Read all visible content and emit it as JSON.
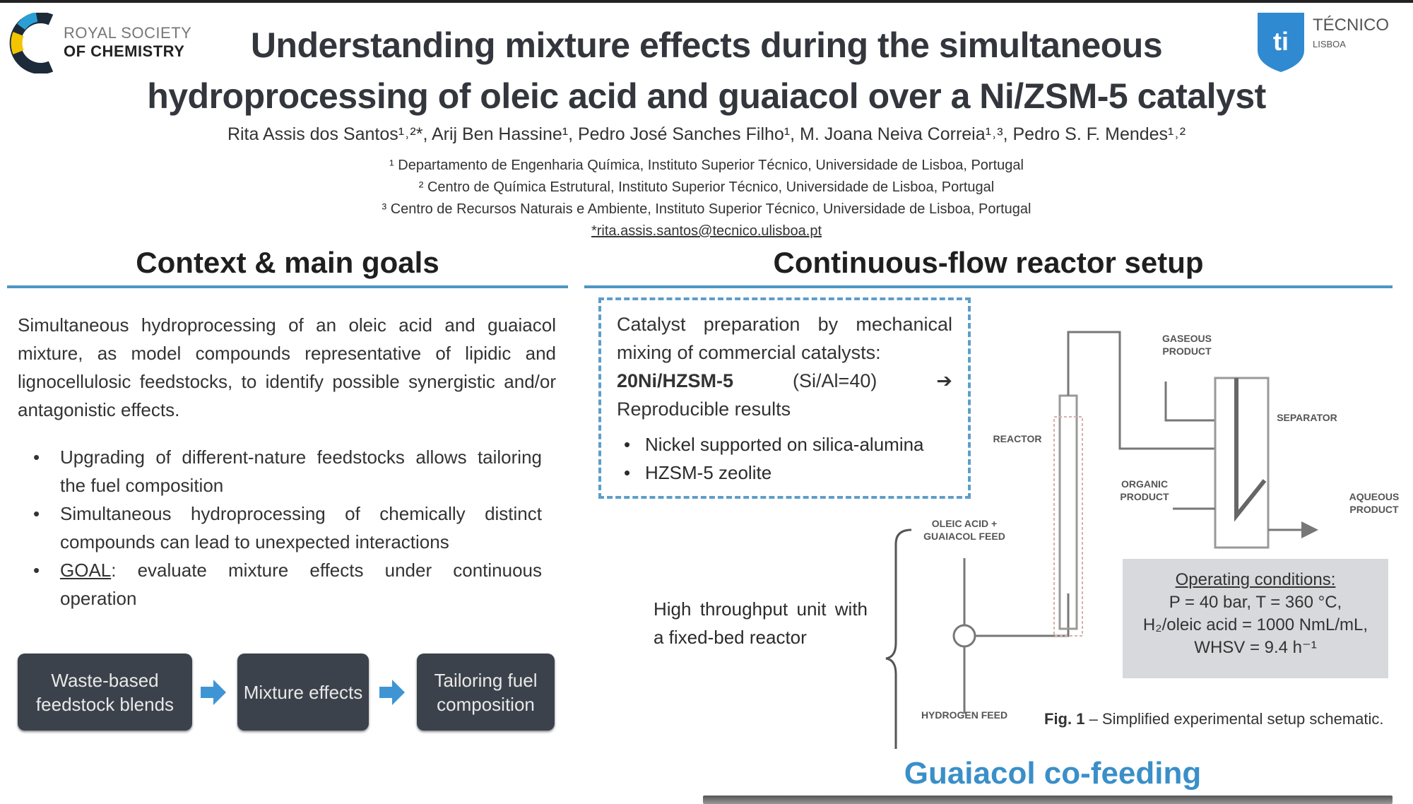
{
  "logos": {
    "left": "ROYAL SOCIETY OF CHEMISTRY",
    "right": "TÉCNICO LISBOA"
  },
  "title": {
    "line1": "Understanding mixture effects during the simultaneous",
    "line2": "hydroprocessing of oleic acid and guaiacol over a Ni/ZSM-5 catalyst"
  },
  "authors": "Rita Assis dos Santos¹˒²*, Arij Ben Hassine¹, Pedro José Sanches Filho¹, M. Joana Neiva Correia¹˒³, Pedro S. F. Mendes¹˒²",
  "affiliations": [
    "¹ Departamento de Engenharia Química, Instituto Superior Técnico, Universidade de Lisboa, Portugal",
    "² Centro de Química Estrutural, Instituto Superior Técnico, Universidade de Lisboa, Portugal",
    "³ Centro de Recursos Naturais e Ambiente, Instituto Superior Técnico, Universidade de Lisboa, Portugal"
  ],
  "email": "*rita.assis.santos@tecnico.ulisboa.pt",
  "context": {
    "heading": "Context & main goals",
    "paragraph": "Simultaneous hydroprocessing of an oleic acid and guaiacol mixture, as model compounds representative of lipidic and lignocellulosic feedstocks, to identify possible synergistic and/or antagonistic effects.",
    "bullets": [
      "Upgrading of different-nature feedstocks allows tailoring the fuel composition",
      "Simultaneous hydroprocessing of chemically distinct compounds can lead to unexpected interactions"
    ],
    "goal_label": "GOAL",
    "goal_text": ": evaluate mixture effects under continuous operation",
    "flow": [
      "Waste-based feedstock blends",
      "Mixture effects",
      "Tailoring fuel composition"
    ]
  },
  "setup": {
    "heading": "Continuous-flow reactor setup",
    "catalyst_text": "Catalyst preparation by mechanical mixing of commercial catalysts:",
    "catalyst_name": "20Ni/HZSM-5",
    "catalyst_ratio": "(Si/Al=40)",
    "reproducible": "Reproducible results",
    "bullets": [
      "Nickel supported on silica-alumina",
      "HZSM-5 zeolite"
    ],
    "unit_text": "High throughput unit with a fixed-bed reactor",
    "labels": {
      "reactor": "REACTOR",
      "gaseous": "GASEOUS PRODUCT",
      "separator": "SEPARATOR",
      "organic": "ORGANIC PRODUCT",
      "aqueous": "AQUEOUS PRODUCT",
      "feed": "OLEIC ACID + GUAIACOL FEED",
      "hydrogen": "HYDROGEN FEED"
    },
    "operating": {
      "heading": "Operating conditions:",
      "lines": [
        "P = 40 bar, T = 360 °C,",
        "H₂/oleic acid = 1000 NmL/mL,",
        "WHSV = 9.4 h⁻¹"
      ]
    },
    "caption_bold": "Fig. 1",
    "caption": " – Simplified experimental setup schematic."
  },
  "guaiacol": {
    "heading": "Guaiacol co-feeding"
  },
  "colors": {
    "accent": "#4c95c6",
    "heading_blue": "#3a8fc8",
    "flow_box": "#3c424b",
    "op_box": "#d7d9dc"
  }
}
